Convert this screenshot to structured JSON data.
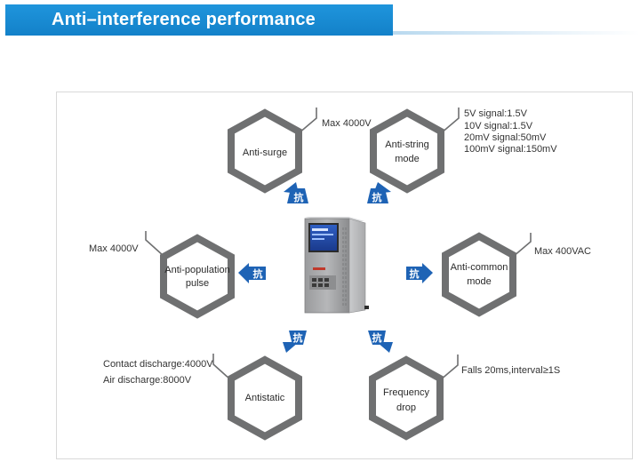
{
  "header": {
    "title": "Anti–interference performance",
    "accent_color": "#1a8ad6"
  },
  "diagram": {
    "arrow_glyph": "抗",
    "arrow_color": "#1e63b5",
    "hexagon_color": "#6f7071",
    "nodes": {
      "anti_surge": {
        "label_lines": [
          "Anti-surge"
        ],
        "spec_lines": [
          "Max 4000V"
        ]
      },
      "anti_string": {
        "label_lines": [
          "Anti-string",
          "mode"
        ],
        "spec_lines": [
          "5V signal:1.5V",
          "10V signal:1.5V",
          "20mV signal:50mV",
          "100mV signal:150mV"
        ]
      },
      "anti_population": {
        "label_lines": [
          "Anti-population",
          "pulse"
        ],
        "spec_lines": [
          "Max 4000V"
        ]
      },
      "anti_common": {
        "label_lines": [
          "Anti-common",
          "mode"
        ],
        "spec_lines": [
          "Max 400VAC"
        ]
      },
      "antistatic": {
        "label_lines": [
          "Antistatic"
        ],
        "spec_lines": [
          "Contact discharge:4000V",
          "Air discharge:8000V"
        ]
      },
      "frequency_drop": {
        "label_lines": [
          "Frequency",
          "drop"
        ],
        "spec_lines": [
          "Falls 20ms,interval≥1S"
        ]
      }
    },
    "device": {
      "icon": "power-controller-device-icon"
    }
  }
}
